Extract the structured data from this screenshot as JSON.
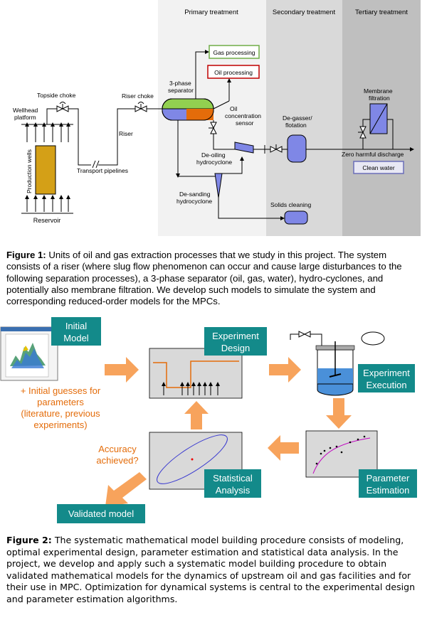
{
  "figure1": {
    "zones": {
      "primary": "Primary treatment",
      "secondary": "Secondary treatment",
      "tertiary": "Tertiary treatment"
    },
    "labels": {
      "gas_processing": "Gas processing",
      "oil_processing": "Oil processing",
      "three_phase_1": "3-phase",
      "three_phase_2": "separator",
      "topside_choke": "Topside choke",
      "riser_choke": "Riser choke",
      "wellhead_1": "Wellhead",
      "wellhead_2": "platform",
      "riser": "Riser",
      "production_wells": "Production wells",
      "transport_pipelines": "Transport pipelines",
      "reservoir": "Reservoir",
      "oil_conc_1": "Oil",
      "oil_conc_2": "concentration",
      "oil_conc_3": "sensor",
      "deoiling_1": "De-oiling",
      "deoiling_2": "hydrocyclone",
      "desanding_1": "De-sanding",
      "desanding_2": "hydrocyclone",
      "degasser_1": "De-gasser/",
      "degasser_2": "flotation",
      "membrane_1": "Membrane",
      "membrane_2": "filtration",
      "zero_discharge": "Zero harmful discharge",
      "clean_water": "Clean water",
      "solids_cleaning": "Solids cleaning"
    },
    "colors": {
      "primary_bg": "#f2f2f2",
      "secondary_bg": "#d9d9d9",
      "tertiary_bg": "#bfbfbf",
      "gas_border": "#70ad47",
      "oil_border": "#c00000",
      "clean_border": "#6b6fb8",
      "vessel_blue": "#7f87e6",
      "separator_orange": "#e46c0a",
      "separator_green": "#92d050",
      "wells_fill": "#d4a017"
    }
  },
  "caption1": {
    "label": "Figure 1:",
    "text": " Units of oil and gas extraction processes that we study in this project. The system consists of a riser (where slug flow phenomenon can occur and cause large disturbances to the following separation processes), a 3-phase separator (oil, gas, water), hydro-cyclones, and potentially also membrane filtration. We develop such models to simulate the system and corresponding reduced-order models for the MPCs."
  },
  "figure2": {
    "boxes": {
      "initial_1": "Initial",
      "initial_2": "Model",
      "experiment_design_1": "Experiment",
      "experiment_design_2": "Design",
      "experiment_execution_1": "Experiment",
      "experiment_execution_2": "Execution",
      "parameter_estimation_1": "Parameter",
      "parameter_estimation_2": "Estimation",
      "statistical_1": "Statistical",
      "statistical_2": "Analysis",
      "validated": "Validated model"
    },
    "guesses": {
      "line1": "+ Initial guesses for",
      "line2": "parameters",
      "line3": "(literature, previous",
      "line4": "experiments)"
    },
    "accuracy": {
      "line1": "Accuracy",
      "line2": "achieved?"
    },
    "colors": {
      "teal": "#138a8a",
      "orange_arrow": "#f7a35c",
      "orange_text": "#e46c0a",
      "panel_bg": "#d9d9d9"
    }
  },
  "caption2": {
    "label": "Figure 2:",
    "text": " The systematic mathematical model building procedure consists of modeling, optimal experimental design, parameter estimation and statistical data analysis. In the project, we develop and apply such a systematic model building procedure to obtain validated mathematical models for the dynamics of upstream oil and gas facilities and for their use in MPC. Optimization for dynamical systems is central to the experimental design and parameter estimation algorithms."
  }
}
